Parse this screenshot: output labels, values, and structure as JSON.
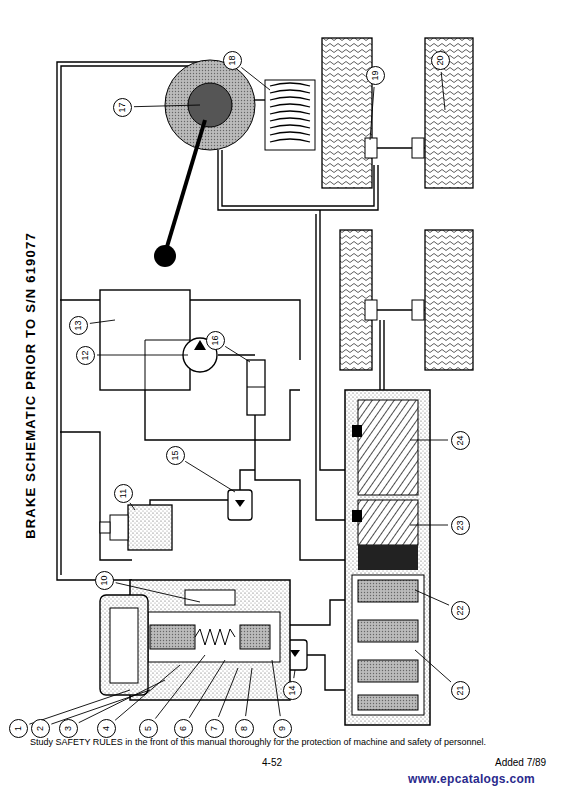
{
  "diagram": {
    "title": "BRAKE SCHEMATIC PRIOR TO S/N 619077",
    "labels": [
      "1",
      "2",
      "3",
      "4",
      "5",
      "6",
      "7",
      "8",
      "9",
      "10",
      "11",
      "12",
      "13",
      "14",
      "15",
      "16",
      "17",
      "18",
      "19",
      "20",
      "21",
      "22",
      "23",
      "24",
      "Study SAFETY RULES in the front of this manual thoroughly for the protection of machine and safety of personnel.",
      "4-52",
      "Added 7/89",
      "www.epcatalogs.com"
    ]
  }
}
